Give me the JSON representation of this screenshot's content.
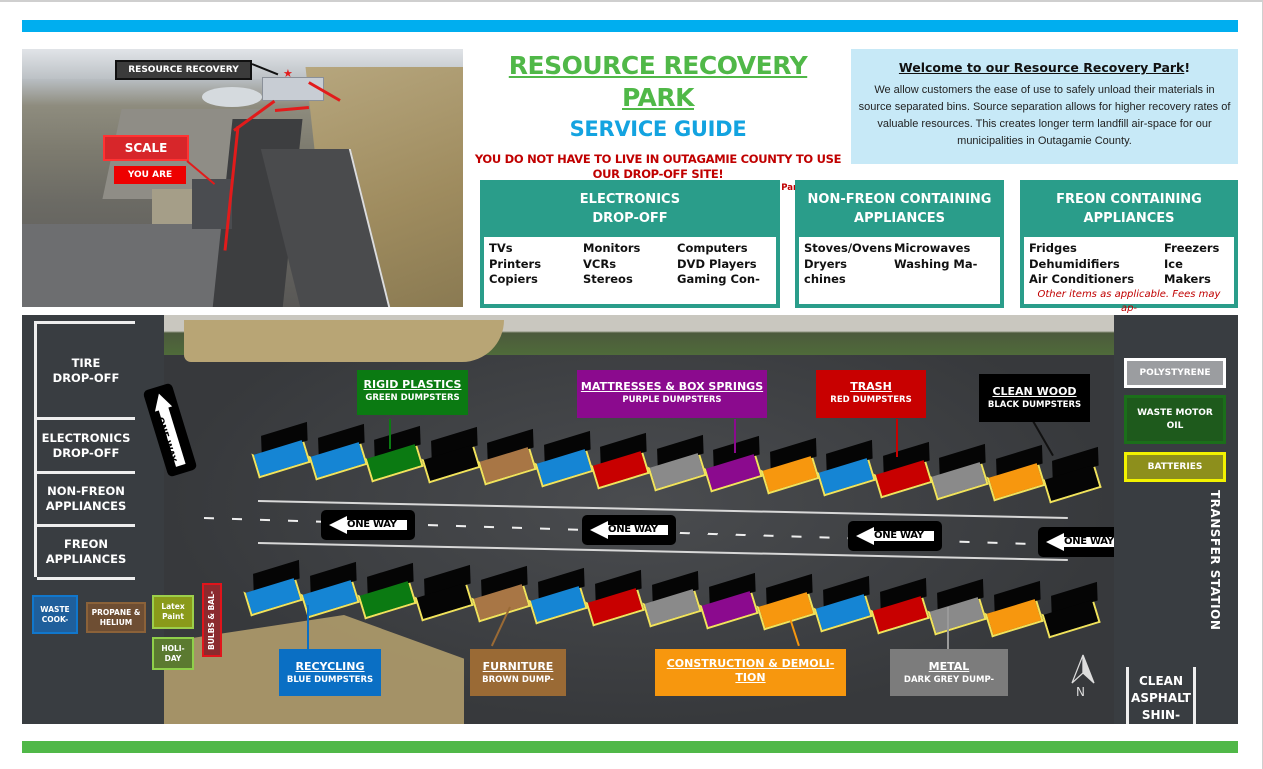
{
  "colors": {
    "top_bar": "#00aeef",
    "bottom_bar": "#50b848",
    "title_green": "#50b848",
    "subtitle_blue": "#13a3e0",
    "notice_red": "#c00000",
    "card_teal": "#2a9d8a",
    "welcome_bg": "#c7e9f7",
    "map_bg": "#393d41"
  },
  "aerial": {
    "resource_recovery_label": "RESOURCE RECOVERY",
    "scale_label": "SCALE",
    "you_are_label": "YOU ARE"
  },
  "header": {
    "title": "RESOURCE RECOVERY PARK",
    "subtitle": "SERVICE GUIDE",
    "notice": "YOU DO NOT HAVE TO LIVE IN OUTAGAMIE COUNTY TO USE OUR DROP-OFF SITE!",
    "notice_small": "We welcome all residents to use our Resource Recovery Park."
  },
  "welcome": {
    "heading": "Welcome to our Resource Recovery Park",
    "heading_suffix": "!",
    "body": "We allow customers the ease of use to safely unload their materials in source separated bins. Source separation allows for higher recovery rates of valuable resources. This creates longer term landfill air-space for our municipalities in Outagamie County."
  },
  "cards": {
    "electronics": {
      "title_line1": "ELECTRONICS",
      "title_line2": "DROP-OFF",
      "columns": [
        [
          "TVs",
          "Printers",
          "Copiers"
        ],
        [
          "Monitors",
          "VCRs",
          "Stereos"
        ],
        [
          "Computers",
          "DVD Players",
          "Gaming Con-"
        ]
      ]
    },
    "non_freon": {
      "title_line1": "NON-FREON CONTAINING",
      "title_line2": "APPLIANCES",
      "columns": [
        [
          "Stoves/Ovens",
          "Dryers",
          "chines"
        ],
        [
          "Microwaves",
          "Washing Ma-"
        ]
      ]
    },
    "freon": {
      "title_line1": "FREON CONTAINING",
      "title_line2": "APPLIANCES",
      "columns": [
        [
          "Fridges",
          "Dehumidifiers",
          "Air Conditioners"
        ],
        [
          "Freezers",
          "Ice Makers"
        ]
      ],
      "note": "Other items as applicable. Fees may ap-"
    }
  },
  "map": {
    "left_stations": [
      {
        "label_line1": "TIRE",
        "label_line2": "DROP-OFF"
      },
      {
        "label_line1": "ELECTRONICS",
        "label_line2": "DROP-OFF"
      },
      {
        "label_line1": "NON-FREON",
        "label_line2": "APPLIANCES"
      },
      {
        "label_line1": "FREON",
        "label_line2": "APPLIANCES"
      }
    ],
    "small_boxes": {
      "waste_cooking": {
        "line1": "WASTE",
        "line2": "COOK-",
        "color": "#1f5f9c"
      },
      "propane": {
        "line1": "PROPANE &",
        "line2": "HELIUM",
        "color": "#6e4e33"
      },
      "latex": {
        "line1": "Latex",
        "line2": "Paint",
        "color": "#8a9a1a"
      },
      "holiday": {
        "line1": "HOLI-",
        "line2": "DAY",
        "color": "#5b7a30"
      },
      "bulbs": {
        "line1": "BULBS & BAL-",
        "color": "#c8141b"
      }
    },
    "one_way": "ONE WAY",
    "categories": [
      {
        "title": "RIGID PLASTICS",
        "subtitle": "GREEN DUMPSTERS",
        "color": "#0b7a12"
      },
      {
        "title": "MATTRESSES & BOX SPRINGS",
        "subtitle": "PURPLE DUMPSTERS",
        "color": "#8b0a8e"
      },
      {
        "title": "TRASH",
        "subtitle": "RED DUMPSTERS",
        "color": "#c80000"
      },
      {
        "title": "CLEAN WOOD",
        "subtitle": "BLACK DUMPSTERS",
        "color": "#000000"
      },
      {
        "title": "RECYCLING",
        "subtitle": "BLUE DUMPSTERS",
        "color": "#0a6fc4"
      },
      {
        "title": "FURNITURE",
        "subtitle": "BROWN DUMP-",
        "color": "#9a6a35"
      },
      {
        "title": "CONSTRUCTION & DEMOLI-",
        "subtitle_title": "TION",
        "color": "#f7970e"
      },
      {
        "title": "METAL",
        "subtitle": "DARK GREY DUMP-",
        "color": "#7c7c7c"
      }
    ],
    "top_row_dumpsters": [
      "#1585d4",
      "#1585d4",
      "#0b7a12",
      "#050505",
      "#a87645",
      "#1585d4",
      "#c80000",
      "#8a8a8a",
      "#8b0a8e",
      "#f7970e",
      "#1585d4",
      "#c80000",
      "#8a8a8a",
      "#f7970e",
      "#050505"
    ],
    "bottom_row_dumpsters": [
      "#1585d4",
      "#1585d4",
      "#0b7a12",
      "#050505",
      "#a87645",
      "#1585d4",
      "#c80000",
      "#8a8a8a",
      "#8b0a8e",
      "#f7970e",
      "#1585d4",
      "#c80000",
      "#8a8a8a",
      "#f7970e",
      "#050505"
    ],
    "right_panel": {
      "polystyrene": "POLYSTYRENE",
      "waste_motor_oil": "WASTE MOTOR OIL",
      "batteries": "BATTERIES",
      "transfer_station": "TRANSFER STATION",
      "clean_asphalt_line1": "CLEAN",
      "clean_asphalt_line2": "ASPHALT",
      "clean_asphalt_line3": "SHIN-",
      "north": "N"
    }
  }
}
